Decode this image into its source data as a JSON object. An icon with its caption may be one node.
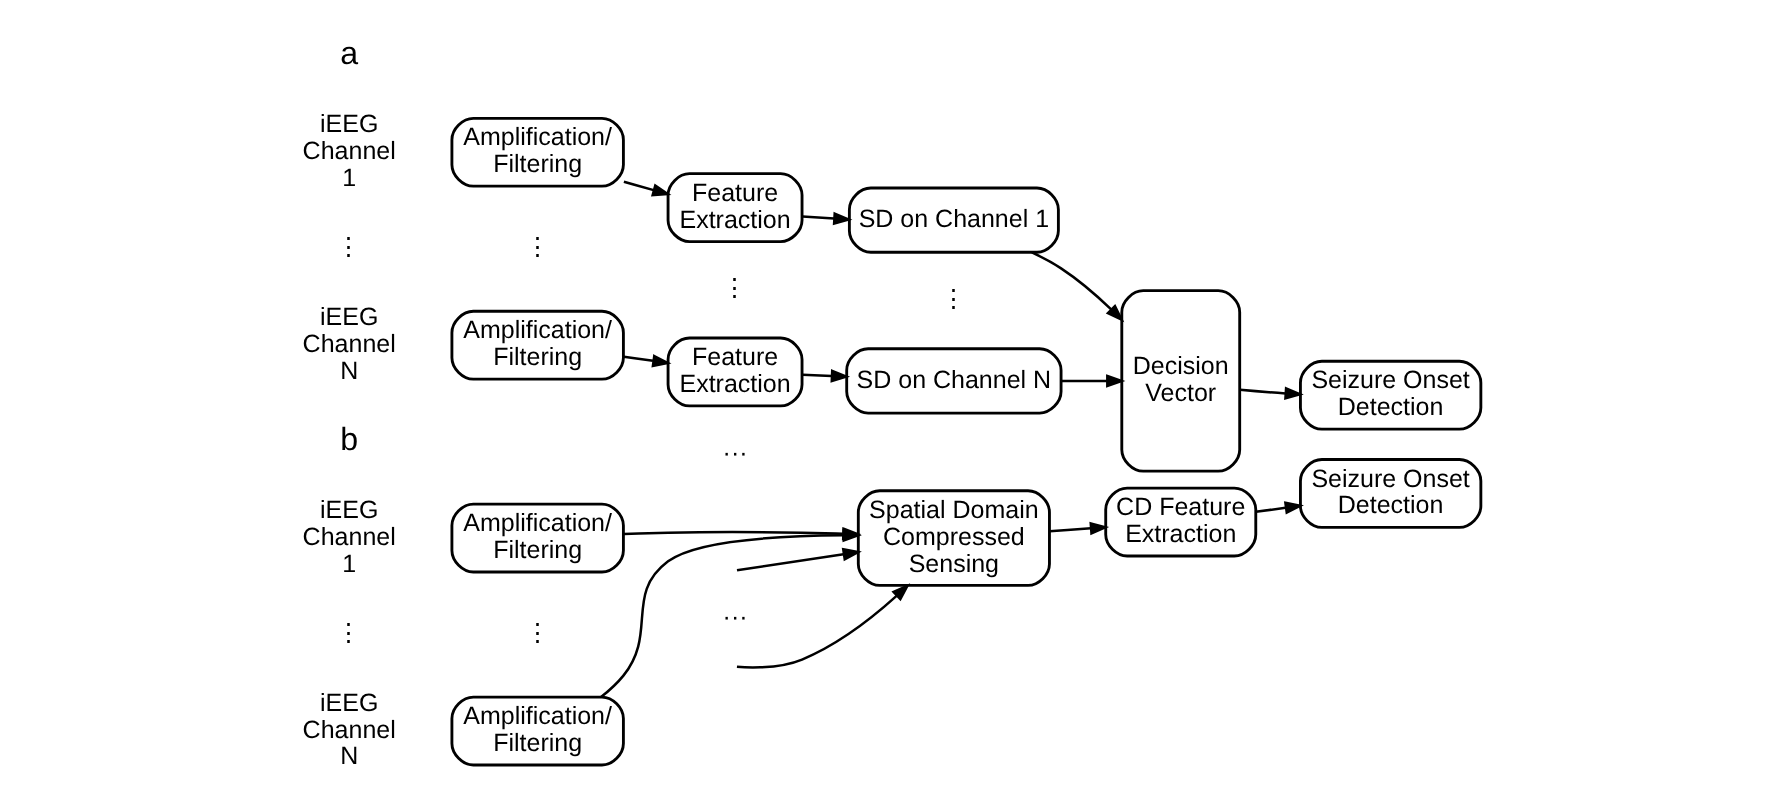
{
  "diagram": {
    "nodes": [
      {
        "text": [
          "Amplification/ Filtering"
        ],
        "beside": [
          "iEEG Channel 1"
        ]
      },
      {
        "text": [
          "Feature Extraction"
        ]
      },
      {
        "text": [
          "SD on Channel 1"
        ]
      },
      {
        "text": [
          "Amplification/ Filtering"
        ],
        "beside": [
          "iEEG Channel N"
        ]
      },
      {
        "text": [
          "Feature Extraction"
        ]
      },
      {
        "text": [
          "SD on Channel N"
        ]
      },
      {
        "text": [
          "Decision Vector"
        ]
      },
      {
        "text": [
          "Seizure Onset Detection"
        ]
      },
      {
        "text": [
          "Amplification/ Filtering"
        ],
        "beside": [
          "iEEG Channel 1"
        ]
      },
      {
        "text": [
          "Amplification/ Filtering"
        ],
        "beside": [
          "iEEG Channel N"
        ]
      },
      {
        "text": [
          "Spatial Domain Compressed Sensing"
        ]
      },
      {
        "text": [
          "CD Feature Extraction"
        ]
      },
      {
        "text": [
          "Seizure Onset Detection"
        ]
      }
    ],
    "edges": [
      {
        "from": 0,
        "to": 1,
        "arrow": "to"
      },
      {
        "from": 1,
        "to": 2,
        "arrow": "to"
      },
      {
        "from": 2,
        "to": 6,
        "arrow": "to"
      },
      {
        "from": 3,
        "to": 4,
        "arrow": "to"
      },
      {
        "from": 4,
        "to": 5,
        "arrow": "to"
      },
      {
        "from": 5,
        "to": 6,
        "arrow": "to"
      },
      {
        "from": 6,
        "to": 7,
        "arrow": "to"
      },
      {
        "from": 8,
        "to": 10,
        "arrow": "to"
      },
      {
        "from": null,
        "to": 10,
        "arrow": "to"
      },
      {
        "from": null,
        "to": 10,
        "arrow": "to"
      },
      {
        "from": 9,
        "to": 10,
        "arrow": "to"
      },
      {
        "from": 10,
        "to": 11,
        "arrow": "to"
      },
      {
        "from": 11,
        "to": 12,
        "arrow": "to"
      }
    ],
    "labels": [
      "a",
      "⋮",
      "⋮",
      "⋮",
      "⋮",
      "b",
      "⋮",
      "⋮",
      "···",
      "···"
    ]
  }
}
